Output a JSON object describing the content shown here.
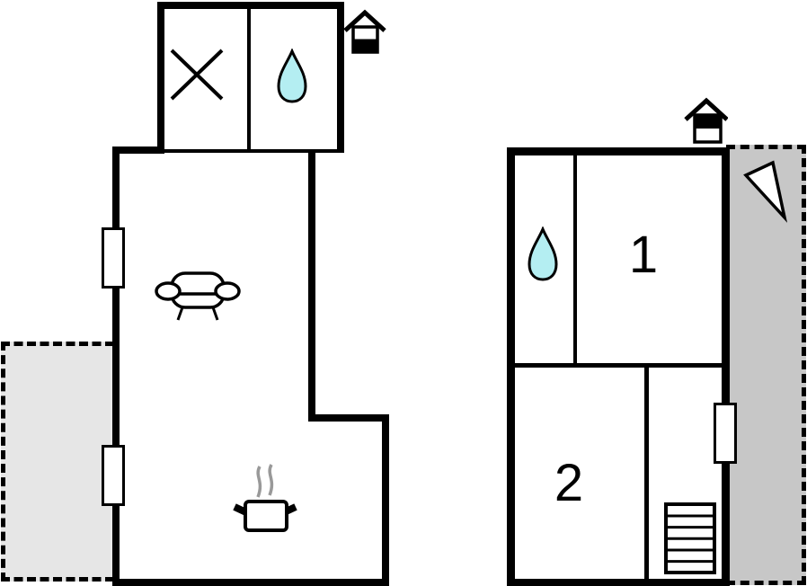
{
  "floorplan": {
    "title": "apartment-floor-plan",
    "units": {
      "ground_floor": {
        "floor_indicator_icon": "house-ground-floor",
        "markers": [
          "window-x",
          "water-drop",
          "sofa",
          "cooking-pot"
        ],
        "window_count": 2,
        "terrace_side": "left"
      },
      "upper_floor": {
        "floor_indicator_icon": "house-upper-floor",
        "rooms": [
          {
            "label": "1"
          },
          {
            "label": "2"
          }
        ],
        "markers": [
          "water-drop",
          "stairs",
          "north-arrow"
        ],
        "window_count": 1,
        "terrace_side": "right"
      }
    },
    "colors": {
      "wall": "#000000",
      "water_drop_fill": "#b4eef2",
      "steam": "#999999",
      "terrace_left": "#e6e6e6",
      "terrace_right": "#c7c7c7",
      "background": "#ffffff"
    }
  }
}
